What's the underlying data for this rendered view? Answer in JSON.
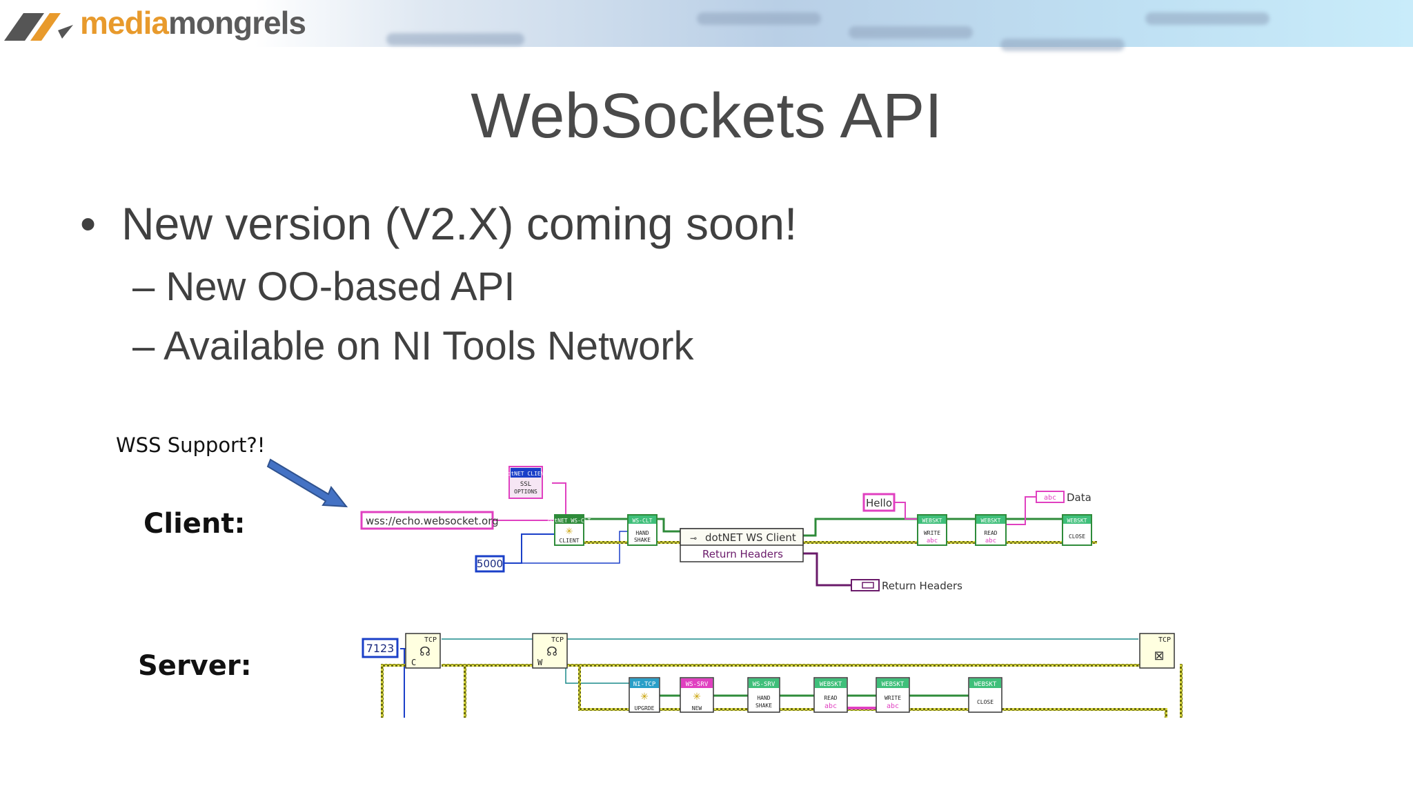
{
  "header": {
    "logo_word1": "media",
    "logo_word2": "mongrels"
  },
  "slide": {
    "title": "WebSockets API",
    "bullet": "New version (V2.X) coming soon!",
    "subbullets": [
      "– New OO-based API",
      "– Available on NI Tools Network"
    ]
  },
  "annotation": {
    "text": "WSS Support?!"
  },
  "labels": {
    "client": "Client:",
    "server": "Server:"
  },
  "client_diagram": {
    "url": "wss://echo.websocket.org",
    "timeout": "5000",
    "hello": "Hello",
    "ssl_top": "dotNET CLIENT",
    "ssl_l1": "SSL",
    "ssl_l2": "OPTIONS",
    "dotnet_hdr": "dotNET WS-CLT",
    "dotnet_body": "CLIENT",
    "wsclt_hdr": "WS-CLT",
    "wsclt_l1": "HAND",
    "wsclt_l2": "SHAKE",
    "node_title": "dotNET WS Client",
    "node_prop": "Return Headers",
    "write_hdr": "WEBSKT",
    "write_l1": "WRITE",
    "read_hdr": "WEBSKT",
    "read_l1": "READ",
    "close_hdr": "WEBSKT",
    "close_l1": "CLOSE",
    "abc": "abc",
    "data_label": "Data",
    "headers_label": "Return Headers"
  },
  "server_diagram": {
    "port": "7123",
    "tcp": "TCP",
    "c_letter": "C",
    "w_letter": "W",
    "nitcp_hdr": "NI-TCP",
    "nitcp_l1": "UPGRDE",
    "wssrv1_hdr": "WS-SRV",
    "wssrv1_l1": "NEW",
    "wssrv2_hdr": "WS-SRV",
    "wssrv2_l1": "HAND",
    "wssrv2_l2": "SHAKE",
    "read_hdr": "WEBSKT",
    "read_l1": "READ",
    "write_hdr": "WEBSKT",
    "write_l1": "WRITE",
    "close_hdr": "WEBSKT",
    "close_l1": "CLOSE",
    "abc": "abc"
  },
  "colors": {
    "title_text": "#4a4a4a",
    "logo_orange": "#e89a2c",
    "string_wire": "#e040c0",
    "numeric_wire": "#1a3fc8",
    "class_wire": "#2e8b3a",
    "error_wire": "#b8b820",
    "arrow": "#3a64a8"
  }
}
